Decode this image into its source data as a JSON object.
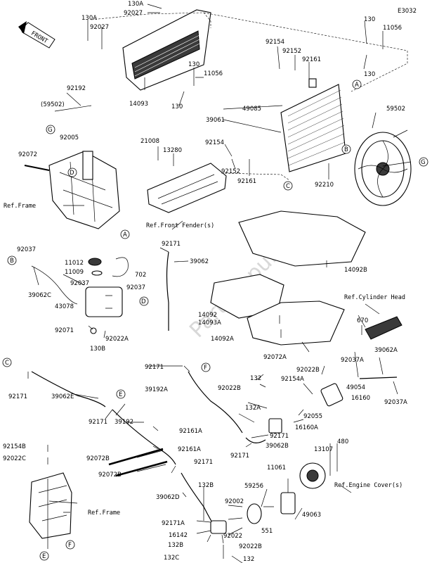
{
  "diagram_code": "E3032",
  "front_marker": "FRONT",
  "watermark": "PartsRepublik",
  "refs": {
    "frame_top": "Ref.Frame",
    "frame_bottom": "Ref.Frame",
    "front_fender": "Ref.Front Fender(s)",
    "cylinder_head": "Ref.Cylinder Head",
    "engine_cover": "Ref.Engine Cover(s)"
  },
  "callouts": {
    "A1": "A",
    "A2": "A",
    "B1": "B",
    "B2": "B",
    "C1": "C",
    "C2": "C",
    "D1": "D",
    "D2": "D",
    "E1": "E",
    "E2": "E",
    "F1": "F",
    "F2": "F",
    "G1": "G",
    "G2": "G"
  },
  "parts": {
    "p130A_top": "130A",
    "p92027_top": "92027",
    "p130A_left": "130A",
    "p92027_left": "92027",
    "p14093": "14093",
    "p130_a": "130",
    "p11056_a": "11056",
    "p130_b": "130",
    "p130_r1": "130",
    "p11056_r": "11056",
    "p130_r2": "130",
    "p92154_a": "92154",
    "p92152_a": "92152",
    "p92161_a": "92161",
    "p49085": "49085",
    "p39061": "39061",
    "p59502_r": "59502",
    "p21008": "21008",
    "p13280": "13280",
    "p92154_b": "92154",
    "p92152_b": "92152",
    "p92161_b": "92161",
    "p92210": "92210",
    "p92192": "92192",
    "p59502_l": "(59502)",
    "p92005": "92005",
    "p92072_a": "92072",
    "p92037_a": "92037",
    "p11012": "11012",
    "p11009": "11009",
    "p702": "702",
    "p92037_b": "92037",
    "p92037_c": "92037",
    "p39062C": "39062C",
    "p43078": "43078",
    "p92071": "92071",
    "p92022A_a": "92022A",
    "p130B_a": "130B",
    "p92171_a": "92171",
    "p39062": "39062",
    "p14092B": "14092B",
    "p14092": "14092",
    "p14093A": "14093A",
    "p14092A": "14092A",
    "p92072A": "92072A",
    "p670": "670",
    "p39062A": "39062A",
    "p92037A_a": "92037A",
    "p16160": "16160",
    "p92037A_b": "92037A",
    "p92171_b": "92171",
    "p39192A": "39192A",
    "p132_a": "132",
    "p92022B_a": "92022B",
    "p92022B_b": "92022B",
    "p92154A": "92154A",
    "p49054": "49054",
    "p132A": "132A",
    "p92055": "92055",
    "p16160A": "16160A",
    "p92171_c": "92171",
    "p39062B": "39062B",
    "p92171_d": "92171",
    "p92171_e": "92171",
    "p39062E": "39062E",
    "p92171_f": "92171",
    "p39192": "39192",
    "p92161A_a": "92161A",
    "p92161A_b": "92161A",
    "p92072B_a": "92072B",
    "p92072B_b": "92072B",
    "p92171_g": "92171",
    "p92154B": "92154B",
    "p92022C": "92022C",
    "p39062D": "39062D",
    "p132B_a": "132B",
    "p92171A": "92171A",
    "p16142": "16142",
    "p132B_b": "132B",
    "p132C": "132C",
    "p92002": "92002",
    "p92022": "92022",
    "p92022B_c": "92022B",
    "p132_b": "132",
    "p59256": "59256",
    "p11061": "11061",
    "p551": "551",
    "p49063": "49063",
    "p13107": "13107",
    "p480": "480"
  }
}
